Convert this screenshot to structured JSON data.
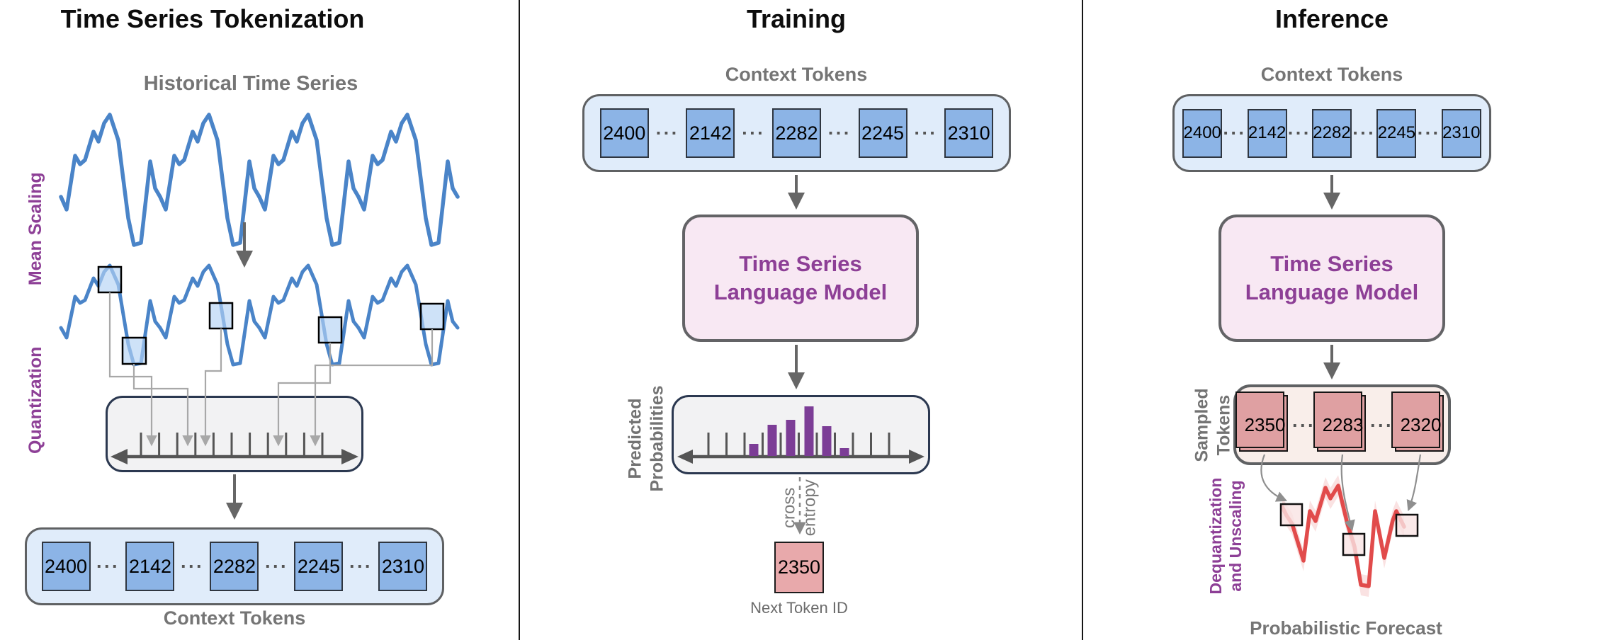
{
  "dots": "···",
  "tokenization": {
    "title": "Time Series Tokenization",
    "historical_label": "Historical Time Series",
    "mean_scaling_label": "Mean Scaling",
    "quantization_label": "Quantization",
    "tokens": [
      "2400",
      "2142",
      "2282",
      "2245",
      "2310"
    ],
    "context_label": "Context Tokens"
  },
  "training": {
    "title": "Training",
    "context_label": "Context Tokens",
    "tokens": [
      "2400",
      "2142",
      "2282",
      "2245",
      "2310"
    ],
    "model_line1": "Time Series",
    "model_line2": "Language Model",
    "predicted_line1": "Predicted",
    "predicted_line2": "Probabilities",
    "loss_line1": "cross",
    "loss_line2": "entropy",
    "next_token": "2350",
    "next_token_label": "Next Token ID"
  },
  "inference": {
    "title": "Inference",
    "context_label": "Context Tokens",
    "tokens": [
      "2400",
      "2142",
      "2282",
      "2245",
      "2310"
    ],
    "model_line1": "Time Series",
    "model_line2": "Language Model",
    "sampled_line1": "Sampled",
    "sampled_line2": "Tokens",
    "sampled_tokens": [
      "2350",
      "2283",
      "2320"
    ],
    "dequant_line1": "Dequantization",
    "dequant_line2": "and Unscaling",
    "forecast_label": "Probabilistic Forecast"
  },
  "colors": {
    "series_blue": "#4a84c8",
    "token_blue": "#8cb4e6",
    "token_container_blue": "#e0ecfa",
    "model_pink_fill": "#f8e8f3",
    "purple_text": "#8d3f96",
    "histogram_purple": "#7c3d96",
    "loss_token_red": "#e8a9ab",
    "sampled_card_red": "#dfa0a2",
    "forecast_red": "#e14b4b",
    "box_navy_border": "#2b3850",
    "label_gray": "#757575"
  }
}
